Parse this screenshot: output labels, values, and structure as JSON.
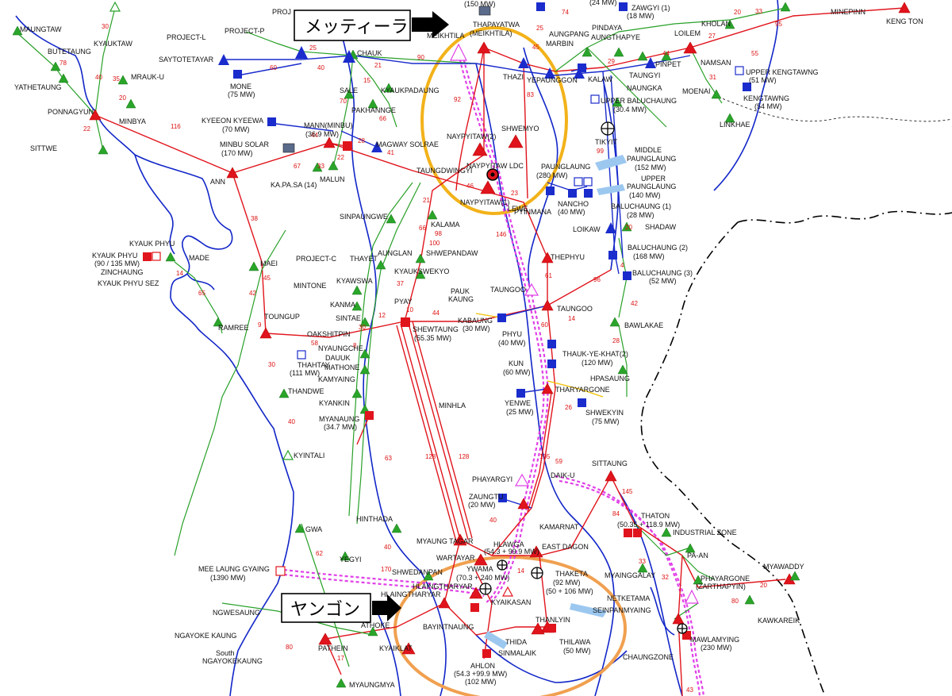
{
  "callouts": {
    "meiktila": "メッティーラ",
    "yangon": "ヤンゴン"
  },
  "colors": {
    "transmission_230kv": "#e0141c",
    "transmission_132kv": "#28a028",
    "transmission_66kv": "#1a2ccc",
    "planned_line": "#e040e8",
    "river_coast": "#1226c8",
    "border": "#000000",
    "highlight_meiktila": "#f2b21a",
    "highlight_yangon": "#f0a050",
    "substation_red": "#e0141c",
    "substation_green": "#2aa52a",
    "hydro_blue": "#1a2ccc"
  },
  "labels": [
    {
      "id": "maungtaw",
      "text": "MAUNGTAW"
    },
    {
      "id": "butetaung",
      "text": "BUTETAUNG"
    },
    {
      "id": "kyauktaw",
      "text": "KYAUKTAW"
    },
    {
      "id": "project_l",
      "text": "PROJECT-L"
    },
    {
      "id": "project_p",
      "text": "PROJECT-P"
    },
    {
      "id": "proj",
      "text": "PROJ"
    },
    {
      "id": "saytotetayar",
      "text": "SAYTOTETAYAR"
    },
    {
      "id": "chauk",
      "text": "CHAUK"
    },
    {
      "id": "yathetaung",
      "text": "YATHETAUNG"
    },
    {
      "id": "mrauk_u",
      "text": "MRAUK-U"
    },
    {
      "id": "mone",
      "text": "MONE"
    },
    {
      "id": "mone_mw",
      "text": "(75 MW)"
    },
    {
      "id": "sale",
      "text": "SALE"
    },
    {
      "id": "kyaukpadaung",
      "text": "KYAUKPADAUNG"
    },
    {
      "id": "pakhannge",
      "text": "PAKHANNGE"
    },
    {
      "id": "ponnagyun",
      "text": "PONNAGYUN"
    },
    {
      "id": "minbya",
      "text": "MINBYA"
    },
    {
      "id": "sittwe",
      "text": "SITTWE"
    },
    {
      "id": "kyeeon",
      "text": "KYEEON KYEEWA"
    },
    {
      "id": "kyeeon_mw",
      "text": "(70 MW)"
    },
    {
      "id": "mann",
      "text": "MANN(MINBU)"
    },
    {
      "id": "mann_mw",
      "text": "(36.9 MW)"
    },
    {
      "id": "minbu_solar",
      "text": "MINBU SOLAR"
    },
    {
      "id": "minbu_mw",
      "text": "(170 MW)"
    },
    {
      "id": "magway",
      "text": "MAGWAY SOLRAE"
    },
    {
      "id": "malun",
      "text": "MALUN"
    },
    {
      "id": "kapasa",
      "text": "KA.PA.SA (14)"
    },
    {
      "id": "ann",
      "text": "ANN"
    },
    {
      "id": "taungdwingyi",
      "text": "TAUNGDWINGYI"
    },
    {
      "id": "sinpaungwe",
      "text": "SINPAUNGWE"
    },
    {
      "id": "kalama",
      "text": "KALAMA"
    },
    {
      "id": "meiktila_top",
      "text": "THAPAYATWA"
    },
    {
      "id": "meiktila_sub",
      "text": "(MEIKHTILA)"
    },
    {
      "id": "meiktila",
      "text": "MEIKHTILA"
    },
    {
      "id": "top_mw",
      "text": "(150 MW)"
    },
    {
      "id": "thazi",
      "text": "THAZI"
    },
    {
      "id": "yepaunggon",
      "text": "YEPAUNGGON"
    },
    {
      "id": "aungpang",
      "text": "AUNGPANG"
    },
    {
      "id": "marbin",
      "text": "MARBIN"
    },
    {
      "id": "pindaya",
      "text": "PINDAYA"
    },
    {
      "id": "aungthapye",
      "text": "AUNGTHAPYE"
    },
    {
      "id": "zawgyi",
      "text": "ZAWGYI (1)"
    },
    {
      "id": "zawgyi_mw",
      "text": "(18 MW)"
    },
    {
      "id": "top24",
      "text": "(24 MW)"
    },
    {
      "id": "loilem",
      "text": "LOILEM"
    },
    {
      "id": "kholan",
      "text": "KHOLAN"
    },
    {
      "id": "minepinn",
      "text": "MINEPINN"
    },
    {
      "id": "keng_ton",
      "text": "KENG TON"
    },
    {
      "id": "pinpet",
      "text": "PINPET"
    },
    {
      "id": "namsan",
      "text": "NAMSAN"
    },
    {
      "id": "kalaw",
      "text": "KALAW"
    },
    {
      "id": "taungyi",
      "text": "TAUNGYI"
    },
    {
      "id": "naungka",
      "text": "NAUNGKA"
    },
    {
      "id": "upper_kengtawng",
      "text": "UPPER KENGTAWNG"
    },
    {
      "id": "upper_kengtawng_mw",
      "text": "(51 MW)"
    },
    {
      "id": "moenai",
      "text": "MOENAI"
    },
    {
      "id": "kengtawng",
      "text": "KENGTAWNG"
    },
    {
      "id": "kengtawng_mw",
      "text": "(54 MW)"
    },
    {
      "id": "upper_baluchaung",
      "text": "UPPER BALUCHAUNG"
    },
    {
      "id": "upper_baluchaung_mw",
      "text": "(30.4 MW)"
    },
    {
      "id": "linkhae",
      "text": "LINKHAE"
    },
    {
      "id": "tikyit",
      "text": "TIKYIT"
    },
    {
      "id": "shwemyo",
      "text": "SHWEMYO"
    },
    {
      "id": "naypyitaw2",
      "text": "NAYPYITAW(2)"
    },
    {
      "id": "naypyitaw_ldc",
      "text": "NAYPYITAW LDC"
    },
    {
      "id": "paungnaung",
      "text": "PAUNGLAUNG"
    },
    {
      "id": "paung_mw",
      "text": "(280 MW)"
    },
    {
      "id": "middle_paunglaung",
      "text": "MIDDLE"
    },
    {
      "id": "middle_paunglaung2",
      "text": "PAUNGLAUNG"
    },
    {
      "id": "middle_mw",
      "text": "(152 MW)"
    },
    {
      "id": "upper_paunglaung",
      "text": "UPPER"
    },
    {
      "id": "upper_paunglaung2",
      "text": "PAUNGLAUNG"
    },
    {
      "id": "upper_paunglaung_mw",
      "text": "(140 MW)"
    },
    {
      "id": "naypyitaw1",
      "text": "NAYPYITAW(1)"
    },
    {
      "id": "lewe",
      "text": "LEWE"
    },
    {
      "id": "pyinmana",
      "text": "PYINMANA"
    },
    {
      "id": "nancho",
      "text": "NANCHO"
    },
    {
      "id": "nancho_mw",
      "text": "(40 MW)"
    },
    {
      "id": "baluchaung1",
      "text": "BALUCHAUNG (1)"
    },
    {
      "id": "baluchaung1_mw",
      "text": "(28 MW)"
    },
    {
      "id": "loikaw",
      "text": "LOIKAW"
    },
    {
      "id": "shadaw",
      "text": "SHADAW"
    },
    {
      "id": "baluchaung2",
      "text": "BALUCHAUNG (2)"
    },
    {
      "id": "baluchaung2_mw",
      "text": "(168 MW)"
    },
    {
      "id": "baluchaung3",
      "text": "BALUCHAUNG (3)"
    },
    {
      "id": "baluchaung3_mw",
      "text": "(52 MW)"
    },
    {
      "id": "kyauk_phyu",
      "text": "KYAUK PHYU"
    },
    {
      "id": "kyauk_phyu2",
      "text": "KYAUK PHYU"
    },
    {
      "id": "kyauk_phyu_mw",
      "text": "(90 / 135 MW)"
    },
    {
      "id": "made",
      "text": "MADE"
    },
    {
      "id": "zinchaung",
      "text": "ZINCHAUNG"
    },
    {
      "id": "kyauk_phyu_sez",
      "text": "KYAUK PHYU SEZ"
    },
    {
      "id": "maei",
      "text": "MAEI"
    },
    {
      "id": "project_c",
      "text": "PROJECT-C"
    },
    {
      "id": "thayet",
      "text": "THAYET"
    },
    {
      "id": "aunglan",
      "text": "AUNGLAN"
    },
    {
      "id": "shwepandaw",
      "text": "SHWEPANDAW"
    },
    {
      "id": "kyaukswekyo",
      "text": "KYAUKSWEKYO"
    },
    {
      "id": "mintone",
      "text": "MINTONE"
    },
    {
      "id": "kyawswa",
      "text": "KYAWSWA"
    },
    {
      "id": "kanma",
      "text": "KANMA"
    },
    {
      "id": "pyay",
      "text": "PYAY"
    },
    {
      "id": "sinte",
      "text": "SINTAE"
    },
    {
      "id": "shewtaung",
      "text": "SHEWTAUNG"
    },
    {
      "id": "shewtaung_mw",
      "text": "(55.35 MW)"
    },
    {
      "id": "pauk_kaung",
      "text": "PAUK"
    },
    {
      "id": "pauk_kaung2",
      "text": "KAUNG"
    },
    {
      "id": "kabaung",
      "text": "KABAUNG"
    },
    {
      "id": "kabaung_mw",
      "text": "(30 MW)"
    },
    {
      "id": "taungoo",
      "text": "TAUNGOO"
    },
    {
      "id": "taungoo2",
      "text": "TAUNGOO"
    },
    {
      "id": "thephyu",
      "text": "THEPHYU"
    },
    {
      "id": "bawlakae",
      "text": "BAWLAKAE"
    },
    {
      "id": "toungup",
      "text": "TOUNGUP"
    },
    {
      "id": "ramree",
      "text": "RAMREE"
    },
    {
      "id": "oakshitpin",
      "text": "OAKSHITPIN"
    },
    {
      "id": "thahtay",
      "text": "THAHTAY"
    },
    {
      "id": "thahtay_mw",
      "text": "(111 MW)"
    },
    {
      "id": "nyaungche",
      "text": "NYAUNGCHE"
    },
    {
      "id": "dauuk",
      "text": "DAUUK"
    },
    {
      "id": "mathone",
      "text": "MATHONE"
    },
    {
      "id": "kamyaing",
      "text": "KAMYAING"
    },
    {
      "id": "phyu",
      "text": "PHYU"
    },
    {
      "id": "phyu_mw",
      "text": "(40 MW)"
    },
    {
      "id": "thauk",
      "text": "THAUK-YE-KHAT(2)"
    },
    {
      "id": "thauk_mw",
      "text": "(120 MW)"
    },
    {
      "id": "kun",
      "text": "KUN"
    },
    {
      "id": "kun_mw",
      "text": "(60 MW)"
    },
    {
      "id": "hpasaung",
      "text": "HPASAUNG"
    },
    {
      "id": "thandwe",
      "text": "THANDWE"
    },
    {
      "id": "kyankin",
      "text": "KYANKIN"
    },
    {
      "id": "myanaung",
      "text": "MYANAUNG"
    },
    {
      "id": "myanaung_mw",
      "text": "(34.7 MW)"
    },
    {
      "id": "minhla",
      "text": "MINHLA"
    },
    {
      "id": "tharyargone",
      "text": "THARYARGONE"
    },
    {
      "id": "yenwe",
      "text": "YENWE"
    },
    {
      "id": "yenwe_mw",
      "text": "(25 MW)"
    },
    {
      "id": "shwekyin",
      "text": "SHWEKYIN"
    },
    {
      "id": "shwekyin_mw",
      "text": "(75 MW)"
    },
    {
      "id": "kyintali",
      "text": "KYINTALI"
    },
    {
      "id": "sittaung",
      "text": "SITTAUNG"
    },
    {
      "id": "daik_u",
      "text": "DAIK-U"
    },
    {
      "id": "phayargyi",
      "text": "PHAYARGYI"
    },
    {
      "id": "zaungtu",
      "text": "ZAUNGTU"
    },
    {
      "id": "zaungtu_mw",
      "text": "(20 MW)"
    },
    {
      "id": "kamarnat",
      "text": "KAMARNAT"
    },
    {
      "id": "thaton",
      "text": "THATON"
    },
    {
      "id": "thaton_mw",
      "text": "(50.35 + 118.9 MW)"
    },
    {
      "id": "industrial_zone",
      "text": "INDUSTRIAL ZONE"
    },
    {
      "id": "pa_an",
      "text": "PA-AN"
    },
    {
      "id": "hinthada",
      "text": "HINTHADA"
    },
    {
      "id": "gwa",
      "text": "GWA"
    },
    {
      "id": "yegyi",
      "text": "YEGYI"
    },
    {
      "id": "myaung_tagar",
      "text": "MYAUNG TAGAR"
    },
    {
      "id": "hlawga",
      "text": "HLAWGA"
    },
    {
      "id": "hlawga_mw",
      "text": "(54.3 + 99.9 MW)"
    },
    {
      "id": "east_dagon",
      "text": "EAST DAGON"
    },
    {
      "id": "wartayar",
      "text": "WARTAYAR"
    },
    {
      "id": "ywama",
      "text": "YWAMA"
    },
    {
      "id": "ywama_mw",
      "text": "(70.3 + 240 MW)"
    },
    {
      "id": "thaketa",
      "text": "THAKETA"
    },
    {
      "id": "thaketa_mw",
      "text": "(92 MW)"
    },
    {
      "id": "thaketa_mw2",
      "text": "(50 + 106 MW)"
    },
    {
      "id": "mee_laung",
      "text": "MEE LAUNG GYAING"
    },
    {
      "id": "mee_laung_mw",
      "text": "(1390 MW)"
    },
    {
      "id": "shwedaung",
      "text": "SHWEDANPAN"
    },
    {
      "id": "hlaingtharyar",
      "text": "HLAINGTHARYAR"
    },
    {
      "id": "hlaingtharyar2",
      "text": "HLAINGTHARYAR"
    },
    {
      "id": "kyaikasan",
      "text": "KYAIKASAN"
    },
    {
      "id": "myainggalay",
      "text": "MYAINGGALAY"
    },
    {
      "id": "phayargone",
      "text": "PHAYARGONE"
    },
    {
      "id": "zarthapyin",
      "text": "(ZARTHAPYIN)"
    },
    {
      "id": "myawaddy",
      "text": "MYAWADDY"
    },
    {
      "id": "ngwesaung",
      "text": "NGWESAUNG"
    },
    {
      "id": "athoke",
      "text": "ATHOKE"
    },
    {
      "id": "bayintnaung",
      "text": "BAYINTNAUNG"
    },
    {
      "id": "thanlyin",
      "text": "THANLYIN"
    },
    {
      "id": "seinpanmyaing",
      "text": "SEINPANMYAING"
    },
    {
      "id": "mawlamying",
      "text": "MAWLAMYING"
    },
    {
      "id": "mawlamying_mw",
      "text": "(230 MW)"
    },
    {
      "id": "kawkareik",
      "text": "KAWKAREIK"
    },
    {
      "id": "ngayoke",
      "text": "NGAYOKE KAUNG"
    },
    {
      "id": "south",
      "text": "South"
    },
    {
      "id": "ngayokekaung",
      "text": "NGAYOKEKAUNG"
    },
    {
      "id": "pathein",
      "text": "PATHEIN"
    },
    {
      "id": "kyaiklat",
      "text": "KYAIKLAT"
    },
    {
      "id": "thida",
      "text": "THIDA"
    },
    {
      "id": "sinmalaik",
      "text": "SINMALAIK"
    },
    {
      "id": "thilawa",
      "text": "THILAWA"
    },
    {
      "id": "thilawa_mw",
      "text": "(50 MW)"
    },
    {
      "id": "ahlon",
      "text": "AHLON"
    },
    {
      "id": "ahlon_mw",
      "text": "(54.3 +99.9 MW)"
    },
    {
      "id": "ahlon_mw2",
      "text": "(102 MW)"
    },
    {
      "id": "chaungzone",
      "text": "CHAUNGZONE"
    },
    {
      "id": "myaungmya",
      "text": "MYAUNGMYA"
    },
    {
      "id": "netketama",
      "text": "NETKETAMA"
    }
  ],
  "line_numbers": [
    "30",
    "78",
    "40",
    "35",
    "20",
    "22",
    "116",
    "60",
    "40",
    "25",
    "21",
    "70",
    "15",
    "66",
    "44",
    "67",
    "33",
    "22",
    "28",
    "41",
    "38",
    "45",
    "42",
    "9",
    "30",
    "40",
    "62",
    "80",
    "17",
    "92",
    "83",
    "46",
    "23",
    "146",
    "98",
    "100",
    "66",
    "21",
    "37",
    "44",
    "10",
    "12",
    "96",
    "61",
    "42",
    "28",
    "14",
    "60",
    "26",
    "105",
    "59",
    "128",
    "128",
    "63",
    "40",
    "170",
    "40",
    "145",
    "84",
    "33",
    "32",
    "80",
    "20",
    "14",
    "90",
    "74",
    "45",
    "25",
    "29",
    "44",
    "27",
    "33",
    "95",
    "55",
    "31",
    "20",
    "99",
    "4",
    "20",
    "14",
    "65",
    "58",
    "8",
    "30",
    "43"
  ]
}
